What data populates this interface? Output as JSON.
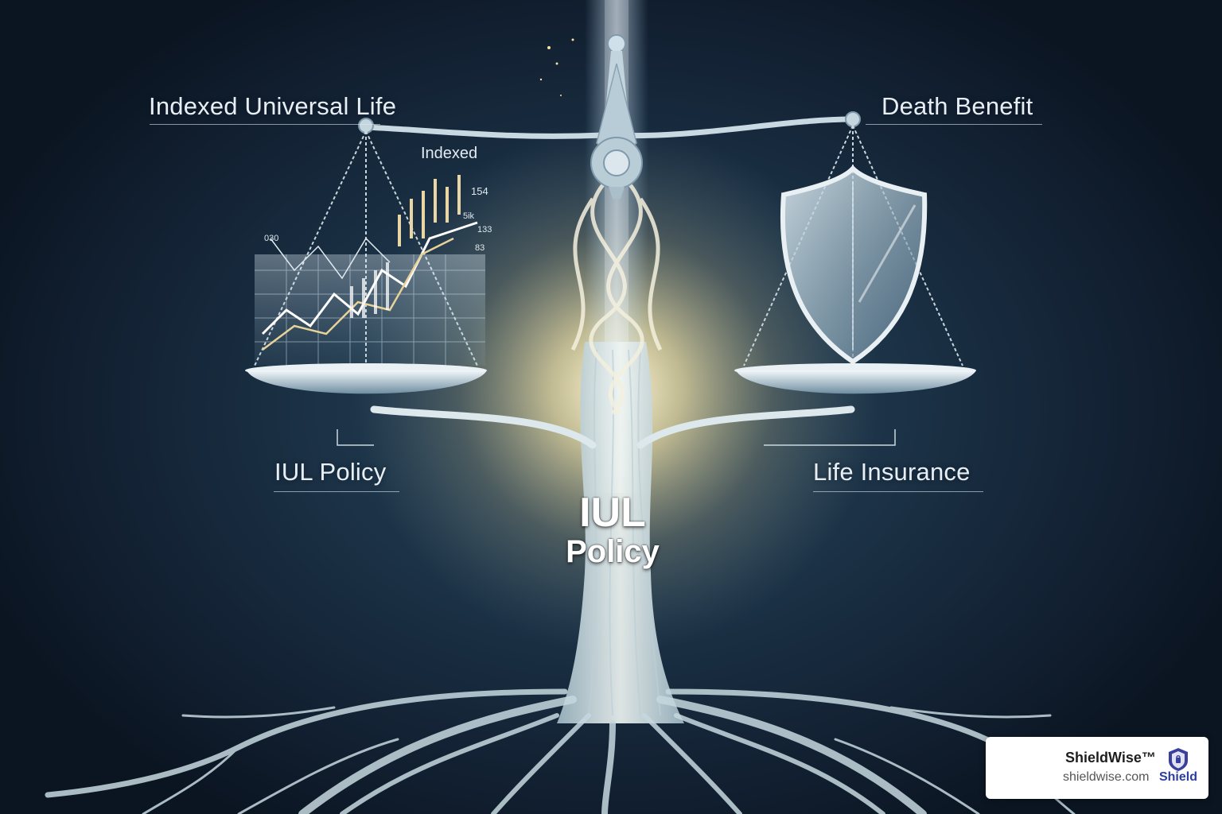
{
  "labels": {
    "top_left": "Indexed Universal Life",
    "top_right": "Death Benefit",
    "bottom_left": "IUL Policy",
    "bottom_right": "Life Insurance",
    "center_title": "IUL",
    "center_sub": "Policy"
  },
  "chart_annotations": {
    "indexed": "Indexed",
    "n154": "154",
    "n5ik": "5ik",
    "n133": "133",
    "n83": "83",
    "n030": "030"
  },
  "badge": {
    "name": "ShieldWise™",
    "url": "shieldwise.com",
    "logo_text": "Shield",
    "brand_color": "#2b3f9e"
  },
  "colors": {
    "glow": "#f5e7b0",
    "background_dark": "#111f30",
    "tree": "#dce8ec"
  },
  "icons": [
    "balance-scale-icon",
    "shield-icon",
    "tree-roots-icon",
    "stock-chart-icon",
    "shieldwise-logo-icon"
  ]
}
